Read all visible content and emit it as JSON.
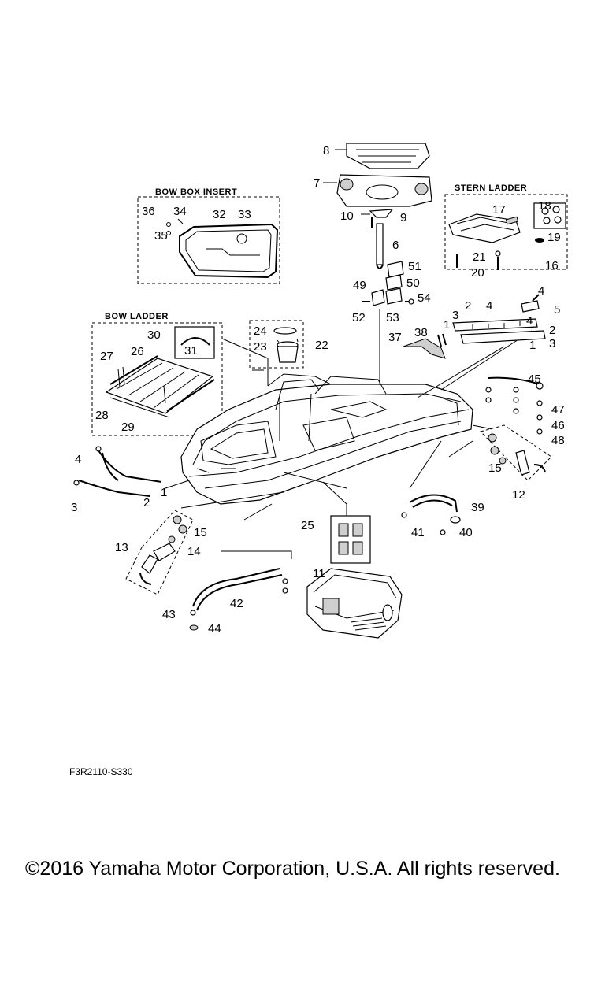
{
  "sections": {
    "bow_box_insert": "BOW BOX INSERT",
    "stern_ladder": "STERN LADDER",
    "bow_ladder": "BOW LADDER"
  },
  "labels": {
    "n1a": "1",
    "n1b": "1",
    "n1c": "1",
    "n2a": "2",
    "n2b": "2",
    "n2c": "2",
    "n3a": "3",
    "n3b": "3",
    "n3c": "3",
    "n4a": "4",
    "n4b": "4",
    "n4c": "4",
    "n4d": "4",
    "n5": "5",
    "n6": "6",
    "n7": "7",
    "n8": "8",
    "n9": "9",
    "n10": "10",
    "n11": "11",
    "n12": "12",
    "n13": "13",
    "n14": "14",
    "n15a": "15",
    "n15b": "15",
    "n16": "16",
    "n17": "17",
    "n18": "18",
    "n19": "19",
    "n20": "20",
    "n21": "21",
    "n22": "22",
    "n23": "23",
    "n24": "24",
    "n25": "25",
    "n26": "26",
    "n27": "27",
    "n28": "28",
    "n29": "29",
    "n30": "30",
    "n31": "31",
    "n32": "32",
    "n33": "33",
    "n34": "34",
    "n35": "35",
    "n36": "36",
    "n37": "37",
    "n38": "38",
    "n39": "39",
    "n40": "40",
    "n41": "41",
    "n42": "42",
    "n43": "43",
    "n44": "44",
    "n45": "45",
    "n46": "46",
    "n47": "47",
    "n48": "48",
    "n49": "49",
    "n50": "50",
    "n51": "51",
    "n52": "52",
    "n53": "53",
    "n54": "54"
  },
  "figure_code": "F3R2110-S330",
  "copyright": "©2016 Yamaha Motor Corporation, U.S.A. All rights reserved."
}
